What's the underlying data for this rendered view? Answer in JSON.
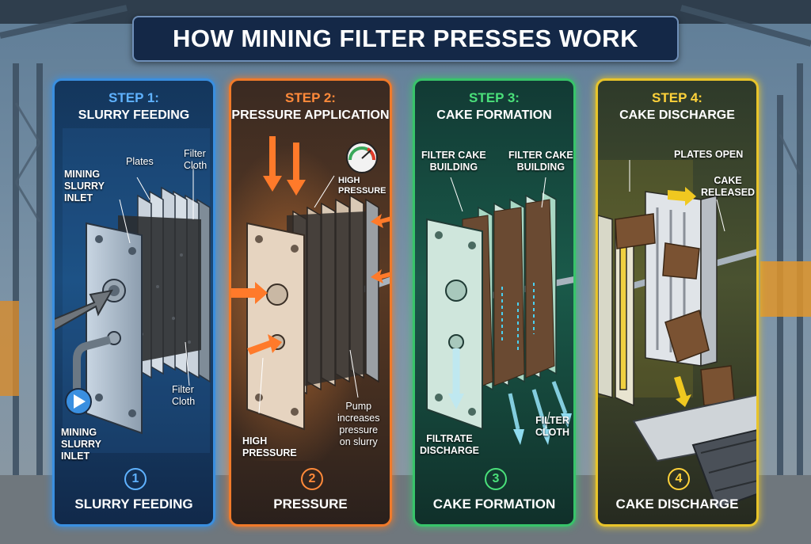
{
  "title": "HOW MINING FILTER PRESSES WORK",
  "colors": {
    "step1": "#3a8fe0",
    "step2": "#f07a2a",
    "step3": "#38c46a",
    "step4": "#e8c42a"
  },
  "panels": [
    {
      "step": "STEP 1:",
      "subtitle": "SLURRY FEEDING",
      "number": "1",
      "footer": "SLURRY FEEDING",
      "labels": {
        "plates": "Plates",
        "filter_cloth_top": "Filter\nCloth",
        "slurry_inlet": "MINING\nSLURRY\nINLET",
        "filter_cloth_bottom": "Filter\nCloth",
        "pump_inlet": "MINING\nSLURRY\nINLET"
      }
    },
    {
      "step": "STEP 2:",
      "subtitle": "PRESSURE APPLICATION",
      "number": "2",
      "footer": "PRESSURE",
      "labels": {
        "gauge": "HIGH\nPRESSURE",
        "high_pressure": "HIGH\nPRESSURE",
        "pump_note": "Pump\nincreases\npressure\non slurry"
      }
    },
    {
      "step": "STEP 3:",
      "subtitle": "CAKE FORMATION",
      "number": "3",
      "footer": "CAKE FORMATION",
      "labels": {
        "cake_left": "FILTER CAKE\nBUILDING",
        "cake_right": "FILTER CAKE\nBUILDING",
        "filtrate": "FILTRATE\nDISCHARGE",
        "cloth": "FILTER\nCLOTH"
      }
    },
    {
      "step": "STEP 4:",
      "subtitle": "CAKE DISCHARGE",
      "number": "4",
      "footer": "CAKE DISCHARGE",
      "labels": {
        "plates_open": "PLATES OPEN",
        "released": "CAKE\nRELEASED"
      }
    }
  ]
}
